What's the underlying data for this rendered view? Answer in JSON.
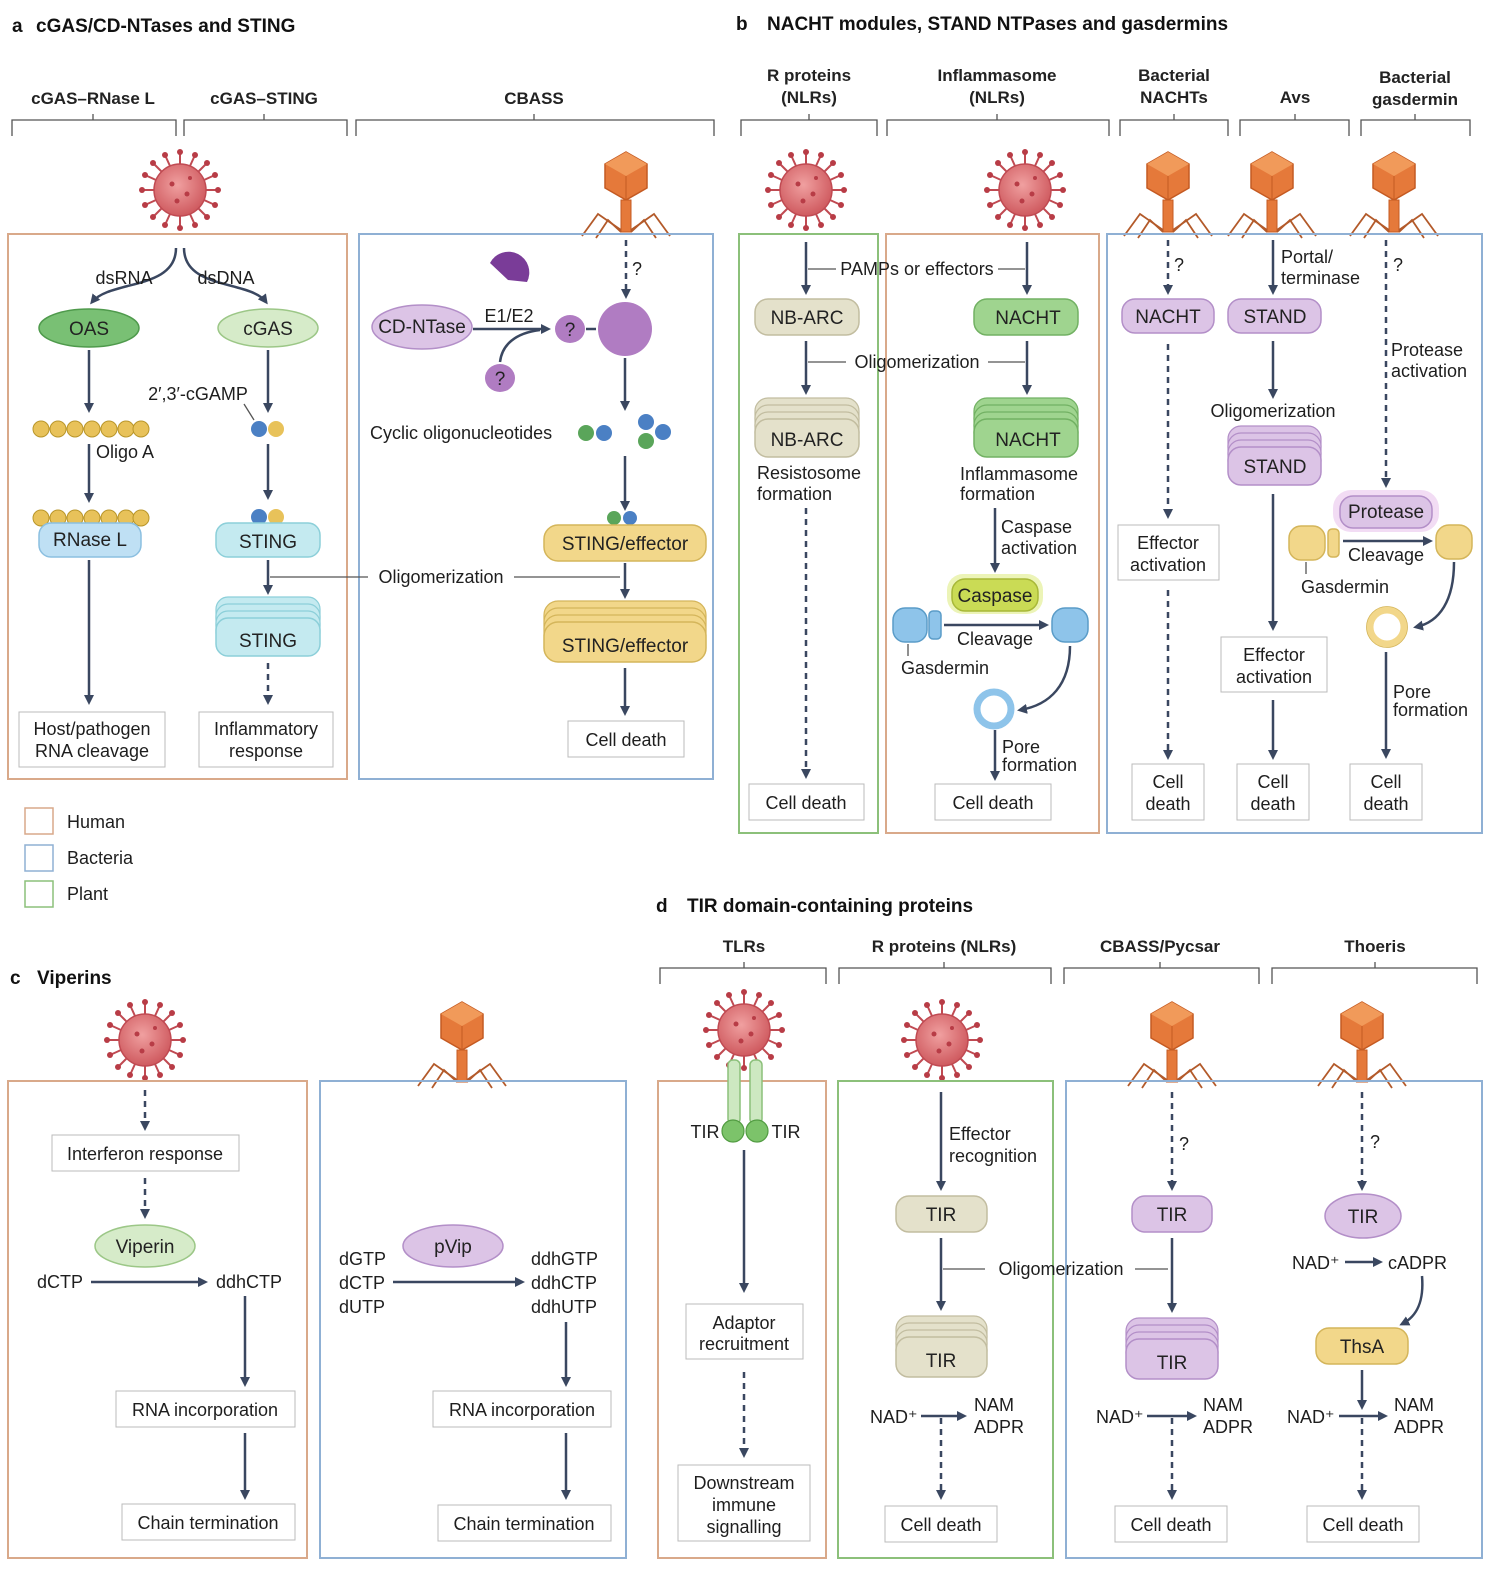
{
  "colors": {
    "human": "#d9a98a",
    "bacteria": "#8fb0d4",
    "plant": "#8cc07a",
    "arrow": "#3a4760",
    "virus": "#cf5a5f",
    "phage": "#e5793a"
  },
  "icons": [
    "virus-icon",
    "phage-icon"
  ],
  "legend": {
    "human": "Human",
    "bacteria": "Bacteria",
    "plant": "Plant"
  },
  "panel_a": {
    "letter": "a",
    "title": "cGAS/CD-NTases and STING",
    "cols": {
      "rnasel": "cGAS–RNase L",
      "sting": "cGAS–STING",
      "cbass": "CBASS"
    },
    "dsrna": "dsRNA",
    "dsdna": "dsDNA",
    "oas": "OAS",
    "cgas": "cGAS",
    "cgamp": "2′,3′-cGAMP",
    "oligoa": "Oligo A",
    "rnasel": "RNase L",
    "sting": "STING",
    "oligomerization": "Oligomerization",
    "host1": "Host/pathogen",
    "host2": "RNA cleavage",
    "infl1": "Inflammatory",
    "infl2": "response",
    "cdntase": "CD-NTase",
    "e1e2": "E1/E2",
    "q": "?",
    "cyclic": "Cyclic oligonucleotides",
    "stingeff": "STING/effector",
    "celldeath": "Cell death"
  },
  "panel_b": {
    "letter": "b",
    "title": "NACHT modules, STAND NTPases and gasdermins",
    "cols": {
      "rp1": "R proteins",
      "rp2": "(NLRs)",
      "inf1": "Inflammasome",
      "inf2": "(NLRs)",
      "bn1": "Bacterial",
      "bn2": "NACHTs",
      "avs": "Avs",
      "bg1": "Bacterial",
      "bg2": "gasdermin"
    },
    "pamps": "PAMPs or effectors",
    "nbarc": "NB-ARC",
    "nacht": "NACHT",
    "oligomerization": "Oligomerization",
    "resist1": "Resistosome",
    "resist2": "formation",
    "inflf1": "Inflammasome",
    "inflf2": "formation",
    "casp1": "Caspase",
    "casp2": "activation",
    "caspase": "Caspase",
    "cleavage": "Cleavage",
    "gasdermin": "Gasdermin",
    "pore1": "Pore",
    "pore2": "formation",
    "celldeath": "Cell death",
    "cell": "Cell",
    "death": "death",
    "q": "?",
    "portal1": "Portal/",
    "portal2": "terminase",
    "stand": "STAND",
    "eff1": "Effector",
    "eff2": "activation",
    "prot1": "Protease",
    "prot2": "activation",
    "protease": "Protease"
  },
  "panel_c": {
    "letter": "c",
    "title": "Viperins",
    "interferon": "Interferon response",
    "viperin": "Viperin",
    "dctp": "dCTP",
    "ddhctp": "ddhCTP",
    "rnainc": "RNA incorporation",
    "chain": "Chain termination",
    "pvip": "pVip",
    "dgtp": "dGTP",
    "dutp": "dUTP",
    "ddhgtp": "ddhGTP",
    "ddhutp": "ddhUTP"
  },
  "panel_d": {
    "letter": "d",
    "title": "TIR domain-containing proteins",
    "cols": {
      "tlrs": "TLRs",
      "rp": "R proteins (NLRs)",
      "cbass": "CBASS/Pycsar",
      "thoeris": "Thoeris"
    },
    "tir": "TIR",
    "adapt1": "Adaptor",
    "adapt2": "recruitment",
    "down1": "Downstream",
    "down2": "immune",
    "down3": "signalling",
    "effrec1": "Effector",
    "effrec2": "recognition",
    "oligomerization": "Oligomerization",
    "nad": "NAD⁺",
    "nam": "NAM",
    "adpr": "ADPR",
    "celldeath": "Cell death",
    "q": "?",
    "cadpr": "cADPR",
    "thsa": "ThsA"
  }
}
